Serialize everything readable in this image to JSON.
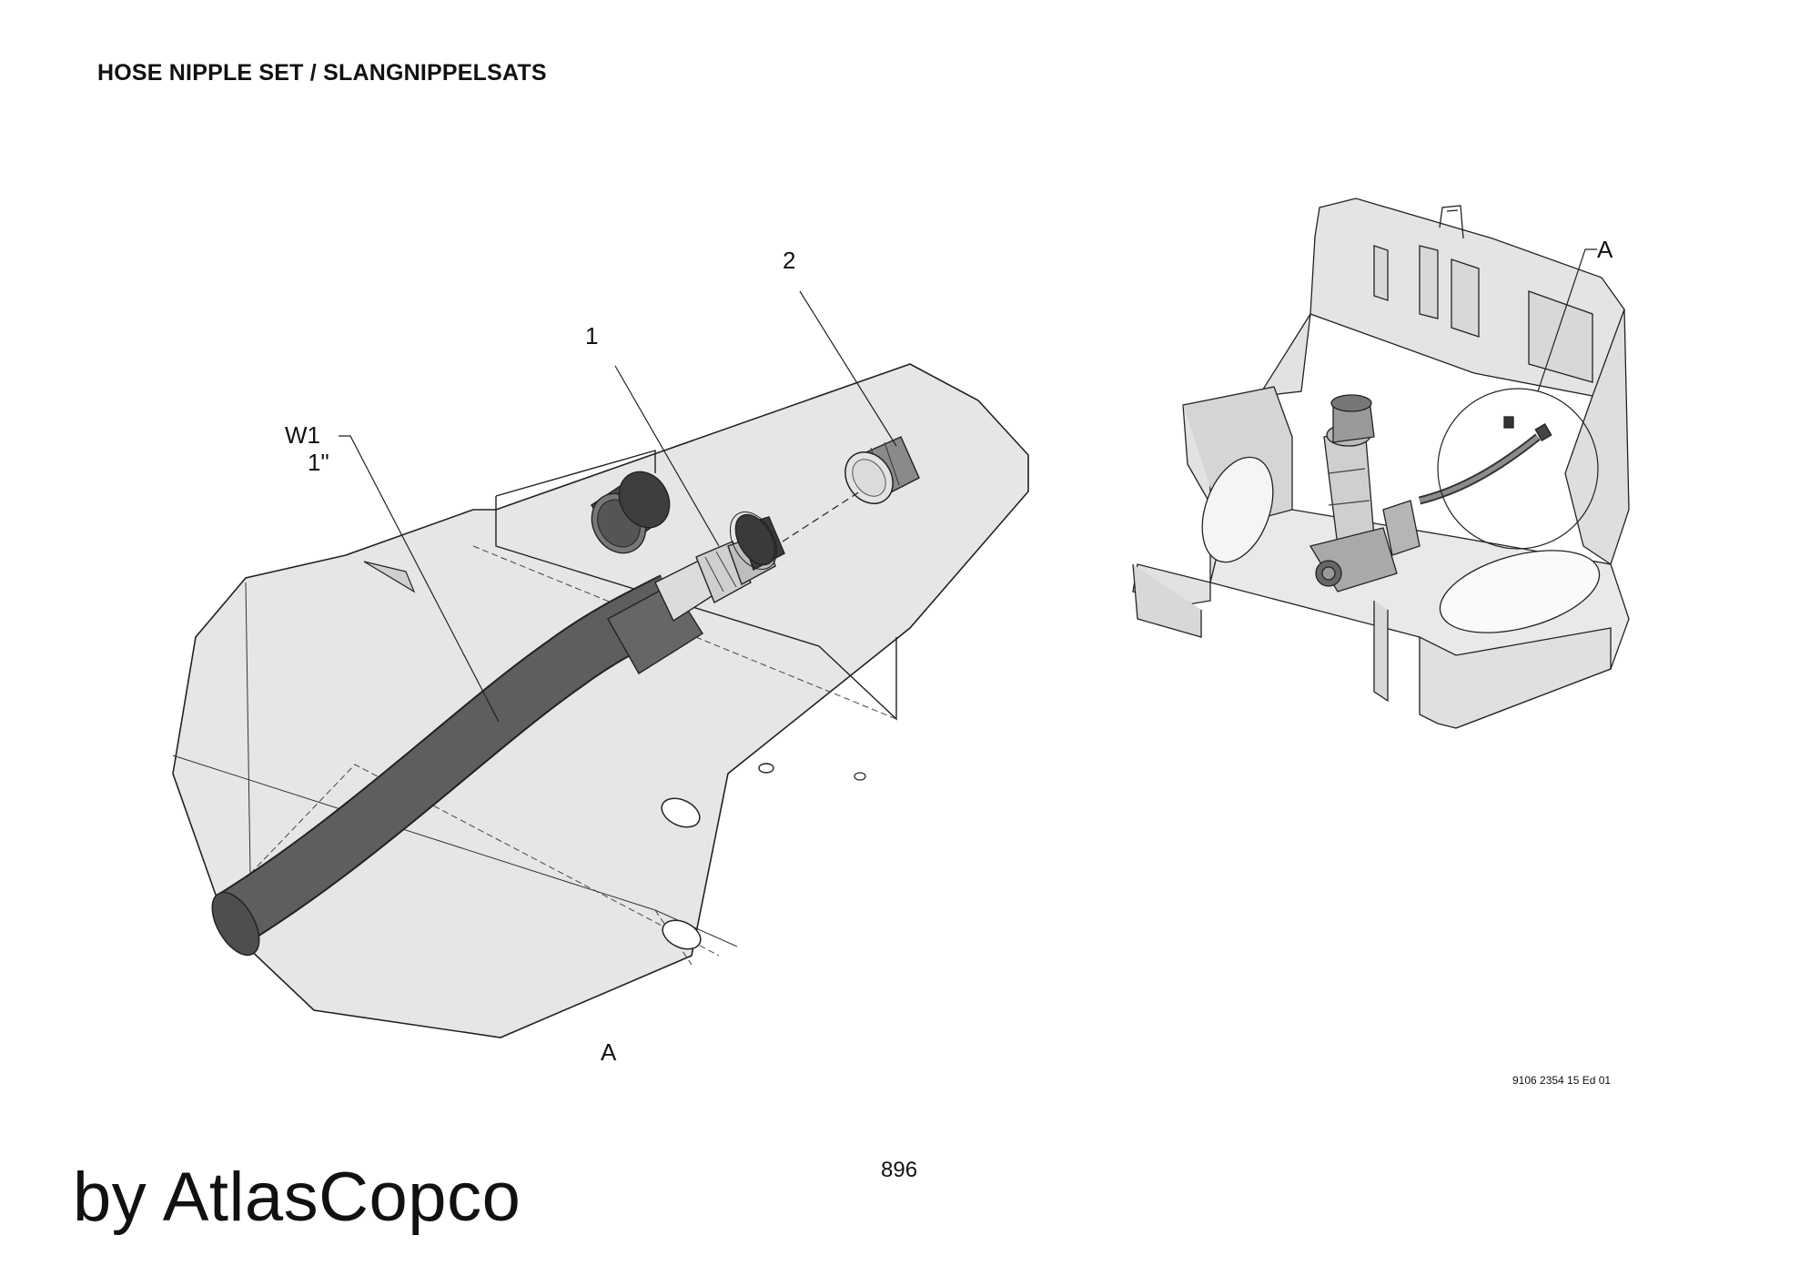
{
  "page": {
    "title": "HOSE NIPPLE SET / SLANGNIPPELSATS",
    "document_number": "9106 2354 15 Ed 01",
    "page_number": "896",
    "brand_text": "by AtlasCopco"
  },
  "callouts": {
    "item_1": "1",
    "item_2": "2",
    "hose_ref": "W1",
    "hose_size": "1\"",
    "detail_label": "A",
    "overview_label": "A"
  },
  "colors": {
    "plate_fill": "#e6e6e6",
    "hose_fill": "#5e5e5e",
    "line": "#222222"
  }
}
